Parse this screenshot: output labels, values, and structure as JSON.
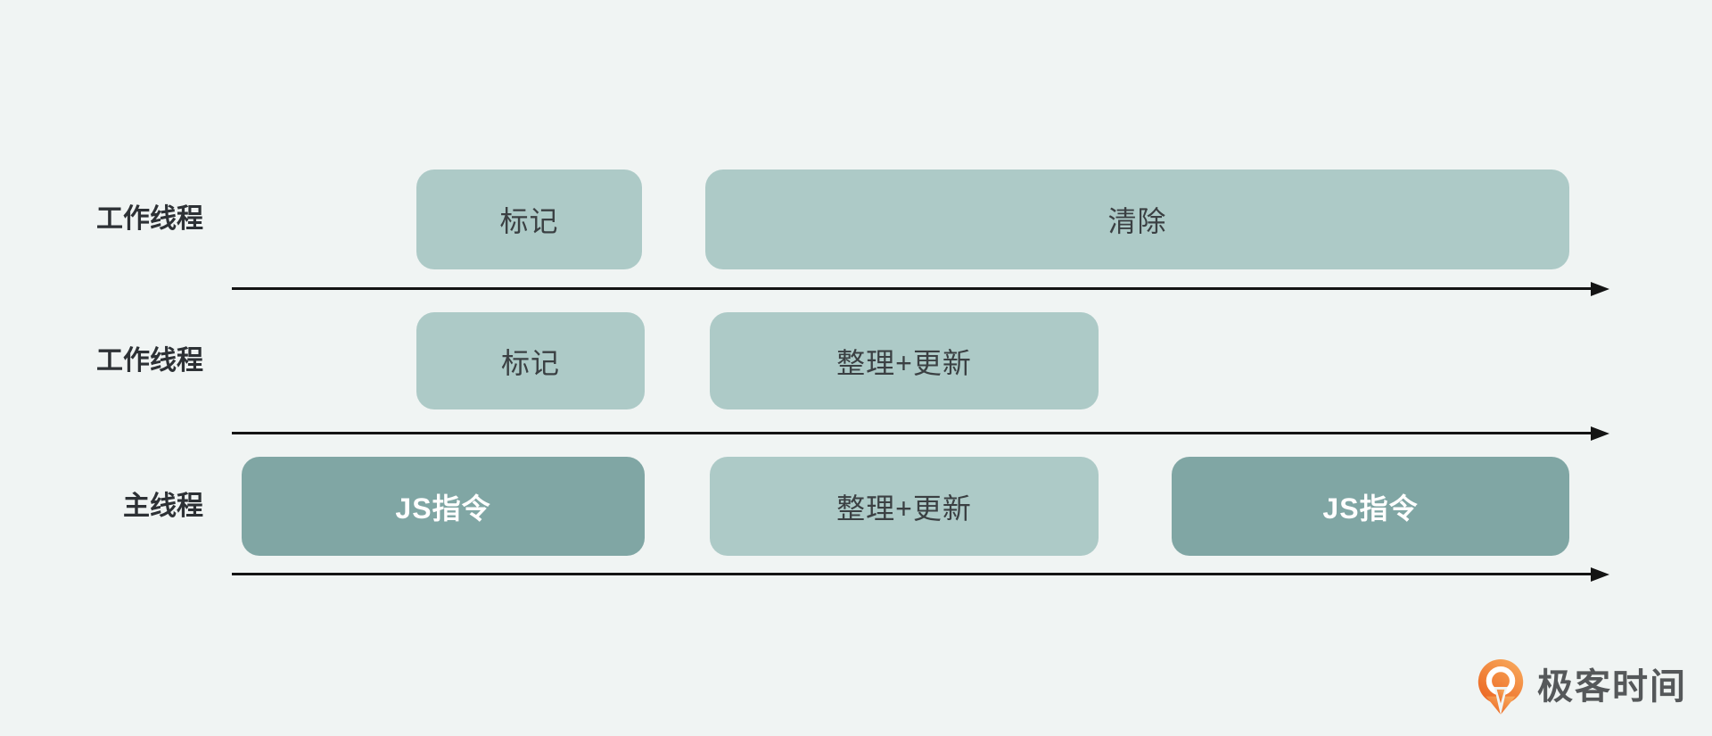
{
  "diagram": {
    "rows": [
      {
        "label": "工作线程",
        "blocks": [
          {
            "text": "标记",
            "variant": "light"
          },
          {
            "text": "清除",
            "variant": "light"
          }
        ]
      },
      {
        "label": "工作线程",
        "blocks": [
          {
            "text": "标记",
            "variant": "light"
          },
          {
            "text": "整理+更新",
            "variant": "light"
          }
        ]
      },
      {
        "label": "主线程",
        "blocks": [
          {
            "text": "JS指令",
            "variant": "dark"
          },
          {
            "text": "整理+更新",
            "variant": "light"
          },
          {
            "text": "JS指令",
            "variant": "dark"
          }
        ]
      }
    ]
  },
  "logo": {
    "text": "极客时间",
    "icon": "geektime-pin-icon"
  },
  "colors": {
    "background": "#f0f4f3",
    "block_light": "#adcac7",
    "block_dark": "#80a6a4",
    "block_text": "#3b4043",
    "block_text_on_dark": "#ffffff",
    "label_text": "#2d3135",
    "arrow": "#141414",
    "logo_orange_light": "#f8a95c",
    "logo_orange_dark": "#eb6420",
    "logo_text": "#55585a"
  }
}
